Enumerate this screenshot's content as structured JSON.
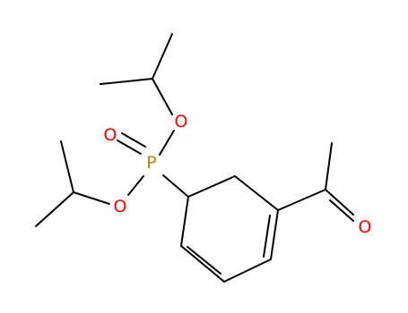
{
  "molecule": {
    "atoms": {
      "P": {
        "symbol": "P"
      },
      "O1": {
        "symbol": "O"
      },
      "O2": {
        "symbol": "O"
      },
      "O3": {
        "symbol": "O"
      },
      "O4": {
        "symbol": "O"
      }
    }
  },
  "colors": {
    "bond": "#000000",
    "phosphorus": "#b8860b",
    "oxygen": "#ff0000"
  }
}
